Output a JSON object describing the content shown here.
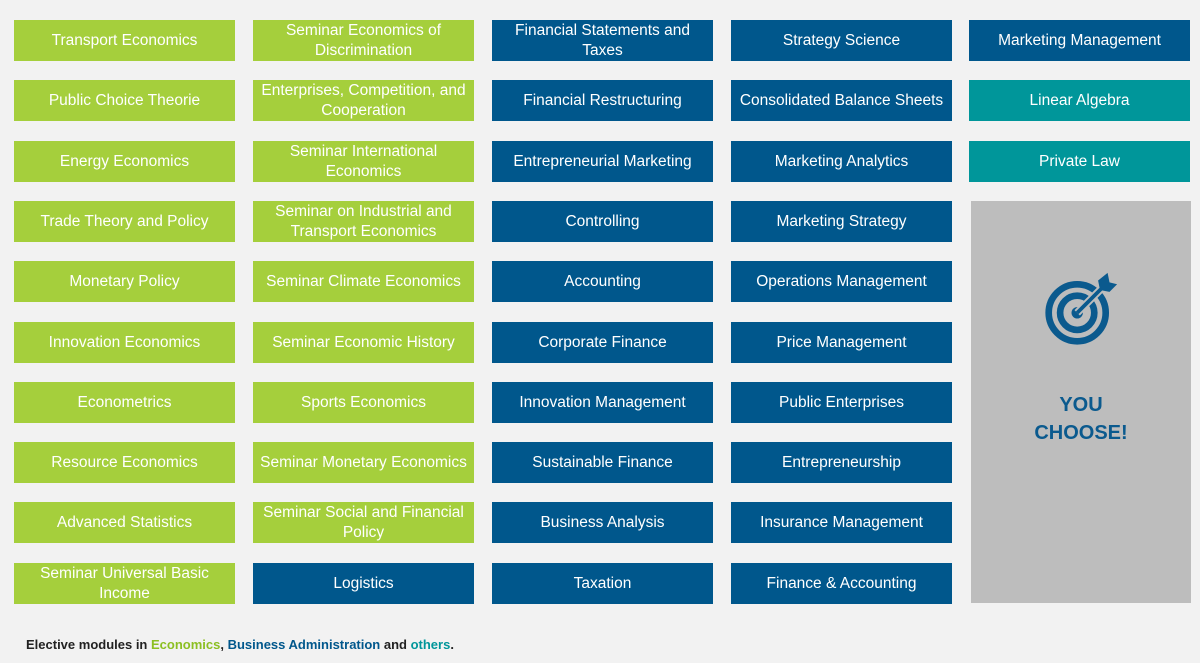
{
  "columns": [
    {
      "items": [
        {
          "label": "Transport Economics",
          "category": "economics"
        },
        {
          "label": "Public Choice Theorie",
          "category": "economics"
        },
        {
          "label": "Energy Economics",
          "category": "economics"
        },
        {
          "label": "Trade Theory and Policy",
          "category": "economics"
        },
        {
          "label": "Monetary Policy",
          "category": "economics"
        },
        {
          "label": "Innovation Economics",
          "category": "economics"
        },
        {
          "label": "Econometrics",
          "category": "economics"
        },
        {
          "label": "Resource Economics",
          "category": "economics"
        },
        {
          "label": "Advanced Statistics",
          "category": "economics"
        },
        {
          "label": "Seminar Universal Basic Income",
          "category": "economics"
        }
      ]
    },
    {
      "items": [
        {
          "label": "Seminar Economics of Discrimination",
          "category": "economics"
        },
        {
          "label": "Enterprises, Competition, and Cooperation",
          "category": "economics"
        },
        {
          "label": "Seminar International Economics",
          "category": "economics"
        },
        {
          "label": "Seminar on Industrial and Transport Economics",
          "category": "economics"
        },
        {
          "label": "Seminar Climate Economics",
          "category": "economics"
        },
        {
          "label": "Seminar Economic History",
          "category": "economics"
        },
        {
          "label": "Sports Economics",
          "category": "economics"
        },
        {
          "label": "Seminar Monetary Economics",
          "category": "economics"
        },
        {
          "label": "Seminar Social and Financial Policy",
          "category": "economics"
        },
        {
          "label": "Logistics",
          "category": "business"
        }
      ]
    },
    {
      "items": [
        {
          "label": "Financial Statements and Taxes",
          "category": "business"
        },
        {
          "label": "Financial Restructuring",
          "category": "business"
        },
        {
          "label": "Entrepreneurial Marketing",
          "category": "business"
        },
        {
          "label": "Controlling",
          "category": "business"
        },
        {
          "label": "Accounting",
          "category": "business"
        },
        {
          "label": "Corporate Finance",
          "category": "business"
        },
        {
          "label": "Innovation Management",
          "category": "business"
        },
        {
          "label": "Sustainable Finance",
          "category": "business"
        },
        {
          "label": "Business Analysis",
          "category": "business"
        },
        {
          "label": "Taxation",
          "category": "business"
        }
      ]
    },
    {
      "items": [
        {
          "label": "Strategy Science",
          "category": "business"
        },
        {
          "label": "Consolidated Balance Sheets",
          "category": "business"
        },
        {
          "label": "Marketing Analytics",
          "category": "business"
        },
        {
          "label": "Marketing Strategy",
          "category": "business"
        },
        {
          "label": "Operations Management",
          "category": "business"
        },
        {
          "label": "Price Management",
          "category": "business"
        },
        {
          "label": "Public Enterprises",
          "category": "business"
        },
        {
          "label": "Entrepreneurship",
          "category": "business"
        },
        {
          "label": "Insurance Management",
          "category": "business"
        },
        {
          "label": "Finance & Accounting",
          "category": "business"
        }
      ]
    },
    {
      "items": [
        {
          "label": "Marketing Management",
          "category": "business"
        },
        {
          "label": "Linear Algebra",
          "category": "others"
        },
        {
          "label": "Private Law",
          "category": "others"
        }
      ]
    }
  ],
  "choose_box": {
    "line1": "YOU",
    "line2": "CHOOSE!",
    "icon": "target-icon"
  },
  "caption": {
    "prefix": "Elective modules in ",
    "economics": "Economics",
    "sep1": ", ",
    "business": "Business Administration",
    "sep2": " and ",
    "others": "others",
    "suffix": "."
  },
  "colors": {
    "economics": "#a5cf3c",
    "business": "#00578c",
    "others": "#00969a",
    "choose_bg": "#bdbdbd",
    "page_bg": "#f2f2f2"
  }
}
